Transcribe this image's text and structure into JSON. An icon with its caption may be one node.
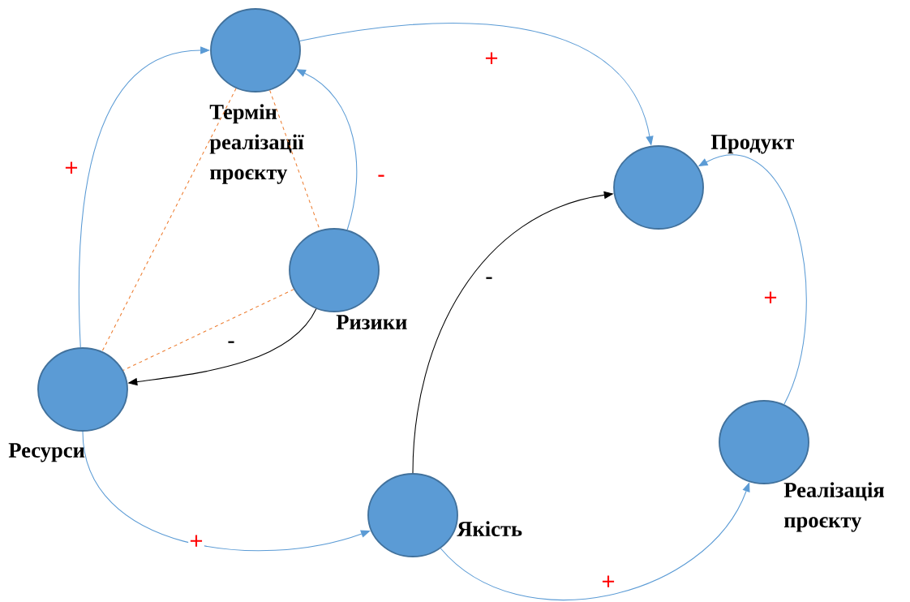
{
  "diagram": {
    "nodes": [
      {
        "text": [
          "Термін реалізації проєкту"
        ]
      },
      {
        "text": [
          "Продукт"
        ]
      },
      {
        "text": [
          "Ризики"
        ]
      },
      {
        "text": [
          "Ресурси"
        ]
      },
      {
        "text": [
          "Якість"
        ]
      },
      {
        "text": [
          "Реалізація проєкту"
        ]
      }
    ],
    "edges": [
      {
        "from": 3,
        "to": 0,
        "arrow": "to",
        "label": "+"
      },
      {
        "from": 2,
        "to": 0,
        "arrow": "to",
        "label": "-"
      },
      {
        "from": 0,
        "to": 1,
        "arrow": "to",
        "label": "+"
      },
      {
        "from": 2,
        "to": 3,
        "arrow": "to",
        "label": "-",
        "color": "#000000"
      },
      {
        "from": 4,
        "to": 1,
        "arrow": "to",
        "label": "-",
        "color": "#000000"
      },
      {
        "from": 5,
        "to": 1,
        "arrow": "to",
        "label": "+"
      },
      {
        "from": 3,
        "to": 4,
        "arrow": "to",
        "label": "+"
      },
      {
        "from": 4,
        "to": 5,
        "arrow": "to",
        "label": "+"
      },
      {
        "from": 0,
        "to": 3,
        "arrow": "none",
        "style": "dashed",
        "color": "#ed7d31"
      },
      {
        "from": 0,
        "to": 2,
        "arrow": "none",
        "style": "dashed",
        "color": "#ed7d31"
      },
      {
        "from": 2,
        "to": 3,
        "arrow": "none",
        "style": "dashed",
        "color": "#ed7d31"
      }
    ]
  }
}
